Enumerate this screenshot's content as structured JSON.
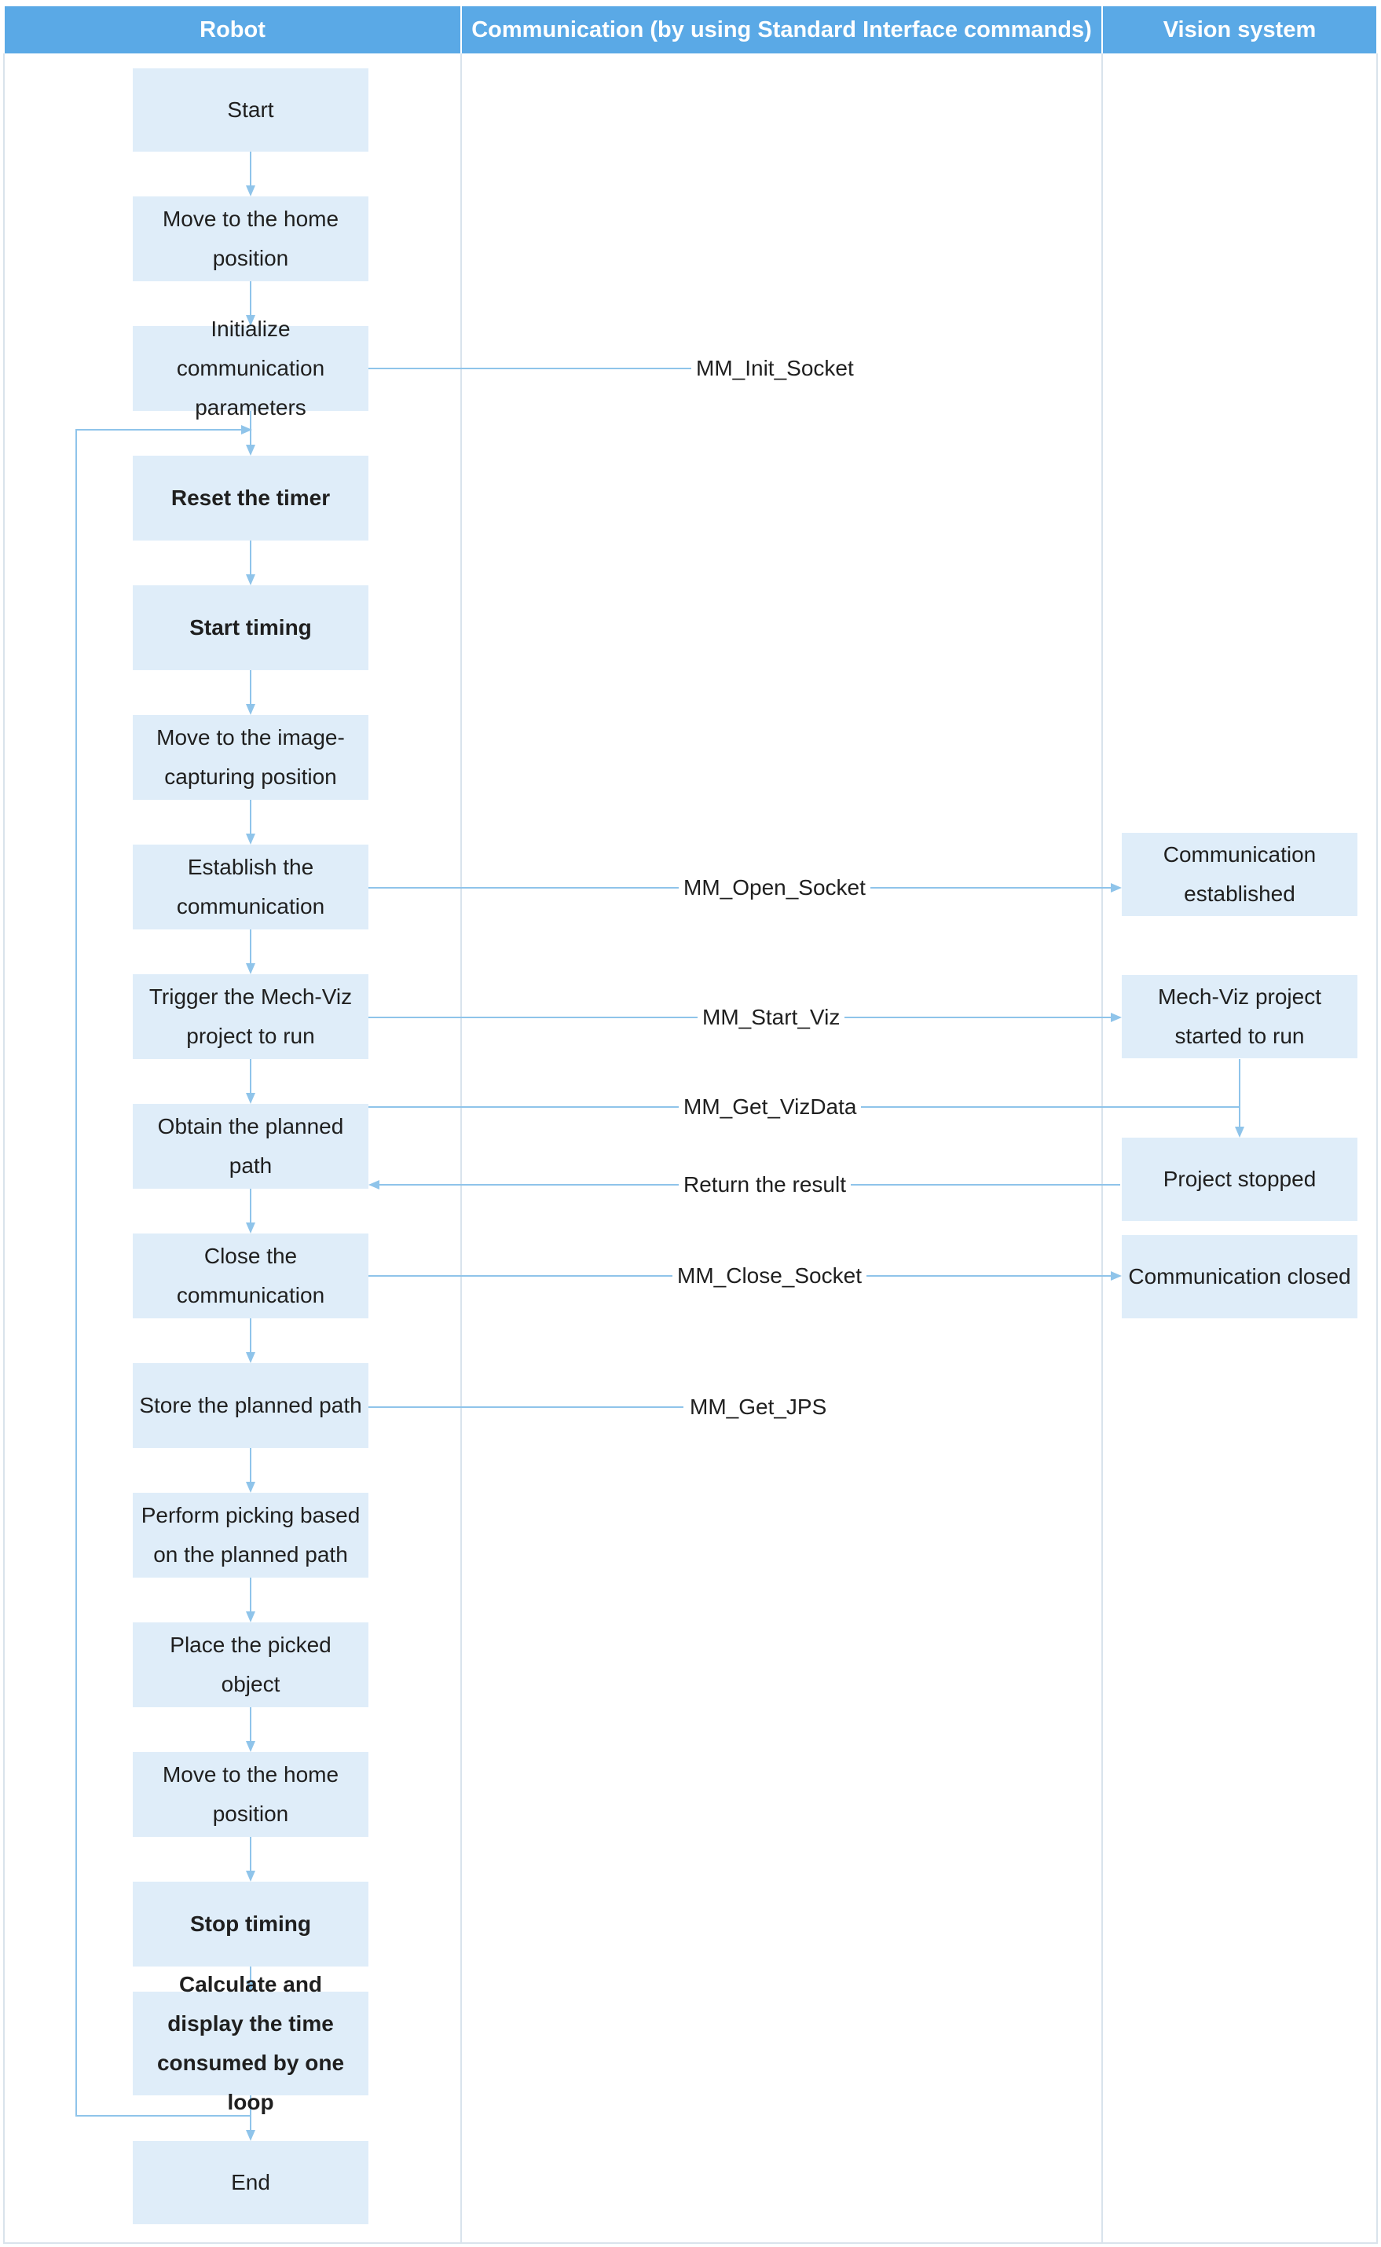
{
  "lanes": {
    "robot": "Robot",
    "communication": "Communication (by using Standard Interface commands)",
    "vision": "Vision system"
  },
  "robot_steps": [
    {
      "id": "start",
      "label": "Start",
      "bold": false
    },
    {
      "id": "home1",
      "label": "Move to the home position",
      "bold": false
    },
    {
      "id": "init",
      "label": "Initialize communication parameters",
      "bold": false
    },
    {
      "id": "reset",
      "label": "Reset the timer",
      "bold": true
    },
    {
      "id": "starttiming",
      "label": "Start timing",
      "bold": true
    },
    {
      "id": "capture",
      "label": "Move to the image-capturing position",
      "bold": false
    },
    {
      "id": "establish",
      "label": "Establish the communication",
      "bold": false
    },
    {
      "id": "trigger",
      "label": "Trigger the Mech-Viz project to run",
      "bold": false
    },
    {
      "id": "obtain",
      "label": "Obtain the planned path",
      "bold": false
    },
    {
      "id": "close",
      "label": "Close the communication",
      "bold": false
    },
    {
      "id": "store",
      "label": "Store the planned path",
      "bold": false
    },
    {
      "id": "pick",
      "label": "Perform picking based on the planned path",
      "bold": false
    },
    {
      "id": "place",
      "label": "Place the picked object",
      "bold": false
    },
    {
      "id": "home2",
      "label": "Move to the home position",
      "bold": false
    },
    {
      "id": "stoptiming",
      "label": "Stop timing",
      "bold": true
    },
    {
      "id": "calc",
      "label": "Calculate and display the time consumed by one loop",
      "bold": true
    },
    {
      "id": "end",
      "label": "End",
      "bold": false
    }
  ],
  "vision_steps": [
    {
      "id": "v_established",
      "label": "Communication established"
    },
    {
      "id": "v_started",
      "label": "Mech-Viz project started to run"
    },
    {
      "id": "v_stopped",
      "label": "Project stopped"
    },
    {
      "id": "v_closed",
      "label": "Communication closed"
    }
  ],
  "commands": [
    {
      "id": "cmd_init",
      "label": "MM_Init_Socket"
    },
    {
      "id": "cmd_open",
      "label": "MM_Open_Socket"
    },
    {
      "id": "cmd_start",
      "label": "MM_Start_Viz"
    },
    {
      "id": "cmd_get",
      "label": "MM_Get_VizData"
    },
    {
      "id": "cmd_return",
      "label": "Return the result"
    },
    {
      "id": "cmd_close",
      "label": "MM_Close_Socket"
    },
    {
      "id": "cmd_jps",
      "label": "MM_Get_JPS"
    }
  ],
  "colors": {
    "header": "#5aa9e6",
    "node_fill": "#dfedf9",
    "connector": "#8fc4ea",
    "lane_border": "#d9e3ec"
  }
}
